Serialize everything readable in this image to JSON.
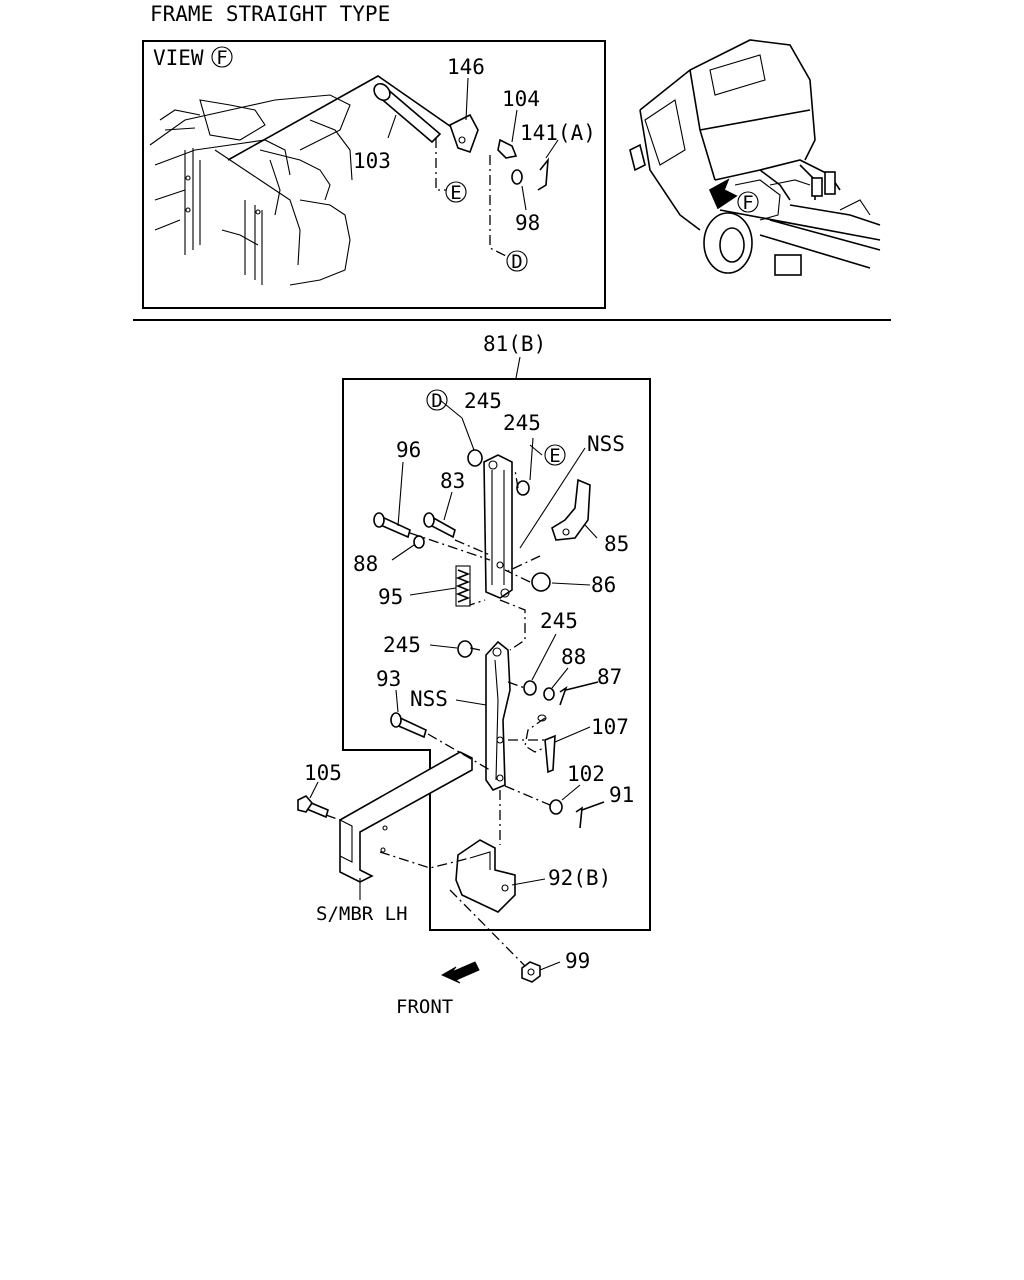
{
  "header": {
    "title": "FRAME STRAIGHT TYPE"
  },
  "view_f": {
    "title": "VIEW",
    "view_marker": "F",
    "callouts": {
      "p146": "146",
      "p104": "104",
      "p141": "141(A)",
      "p103": "103",
      "p98": "98",
      "ref_e": "E",
      "ref_d": "D"
    }
  },
  "truck_view": {
    "marker": "F"
  },
  "assembly": {
    "group_label": "81(B)",
    "callouts": {
      "ref_d": "D",
      "p245a": "245",
      "p245b": "245",
      "ref_e": "E",
      "nss_top": "NSS",
      "p96": "96",
      "p83": "83",
      "p85": "85",
      "p88a": "88",
      "p86": "86",
      "p95": "95",
      "p245c": "245",
      "p245d": "245",
      "p88b": "88",
      "p93": "93",
      "nss_mid": "NSS",
      "p87": "87",
      "p107": "107",
      "p105": "105",
      "p102": "102",
      "p91": "91",
      "p92": "92(B)",
      "p99": "99"
    },
    "member_label": "S/MBR LH",
    "front_label": "FRONT"
  }
}
